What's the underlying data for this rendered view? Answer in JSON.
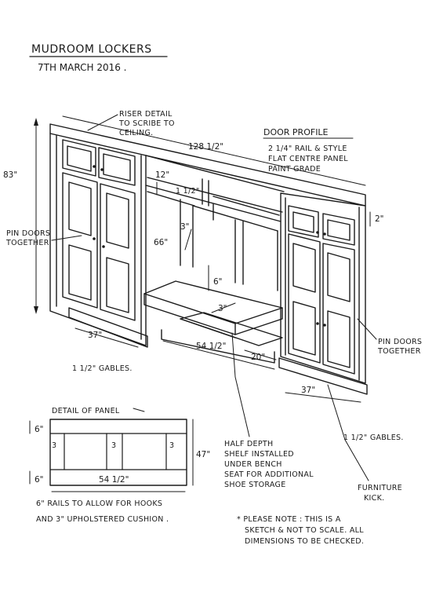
{
  "header": {
    "title": "MUDROOM LOCKERS",
    "date": "7TH MARCH 2016 ."
  },
  "notes": {
    "riser_detail": [
      "RISER DETAIL",
      "TO SCRIBE TO",
      "CEILING."
    ],
    "door_profile": {
      "heading": "DOOR PROFILE",
      "lines": [
        "2 1/4\" RAIL & STYLE",
        "FLAT CENTRE PANEL",
        "PAINT GRADE"
      ]
    },
    "pin_doors_left": [
      "PIN DOORS",
      "TOGETHER"
    ],
    "pin_doors_right": [
      "PIN DOORS",
      "TOGETHER"
    ],
    "gables_left": "1 1/2\" GABLES.",
    "gables_right": "1 1/2\" GABLES.",
    "half_depth_shelf": [
      "HALF DEPTH",
      "SHELF INSTALLED",
      "UNDER BENCH",
      "SEAT FOR ADDITIONAL",
      "SHOE STORAGE"
    ],
    "furniture_kick": [
      "FURNITURE",
      "KICK."
    ],
    "rails_note": [
      "6\" RAILS TO ALLOW FOR HOOKS",
      "AND 3\" UPHOLSTERED CUSHION ."
    ],
    "please_note": [
      "* PLEASE NOTE :  THIS IS A",
      "SKETCH & NOT TO SCALE.  ALL",
      "DIMENSIONS TO BE CHECKED."
    ]
  },
  "dimensions": {
    "overall_height": "83\"",
    "overall_width": "128 1/2\"",
    "upper_shelf_height": "12\"",
    "shelf_thickness": "1 1/2\"",
    "right_kick": "2\"",
    "bench_height": "66\"",
    "bench_dim_a": "3\"",
    "bench_thickness": "6\"",
    "bench_front": "3\"",
    "bench_width": "54 1/2\"",
    "bench_depth": "20\"",
    "left_depth": "37\"",
    "right_depth": "37\""
  },
  "panel_detail": {
    "title": "DETAIL OF PANEL",
    "top_rail": "6\"",
    "bottom_rail": "6\"",
    "height": "47\"",
    "width": "54 1/2\"",
    "stile_a": "3",
    "stile_b": "3",
    "stile_c": "3"
  }
}
